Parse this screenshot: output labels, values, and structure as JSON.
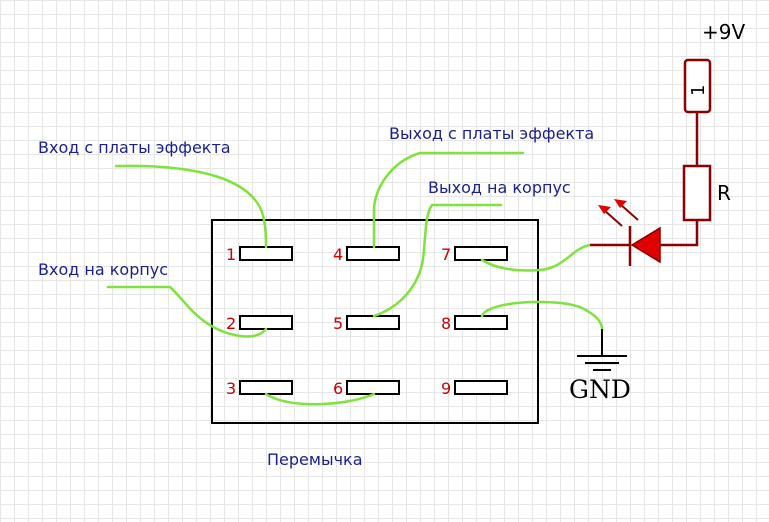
{
  "labels": {
    "input_from_effect": "Вход с платы эффекта",
    "output_from_effect": "Выход с платы эффекта",
    "output_to_case": "Выход на корпус",
    "input_to_case": "Вход на корпус",
    "jumper": "Перемычка"
  },
  "pins": [
    "1",
    "2",
    "3",
    "4",
    "5",
    "6",
    "7",
    "8",
    "9"
  ],
  "power": {
    "voltage": "+9V",
    "fuse": "1",
    "resistor": "R",
    "ground": "GND"
  },
  "colors": {
    "wire": "#7ee33a",
    "label": "#1a1f8c",
    "pin_number": "#cc0000",
    "component": "#8b0000",
    "led": "#e00000"
  }
}
